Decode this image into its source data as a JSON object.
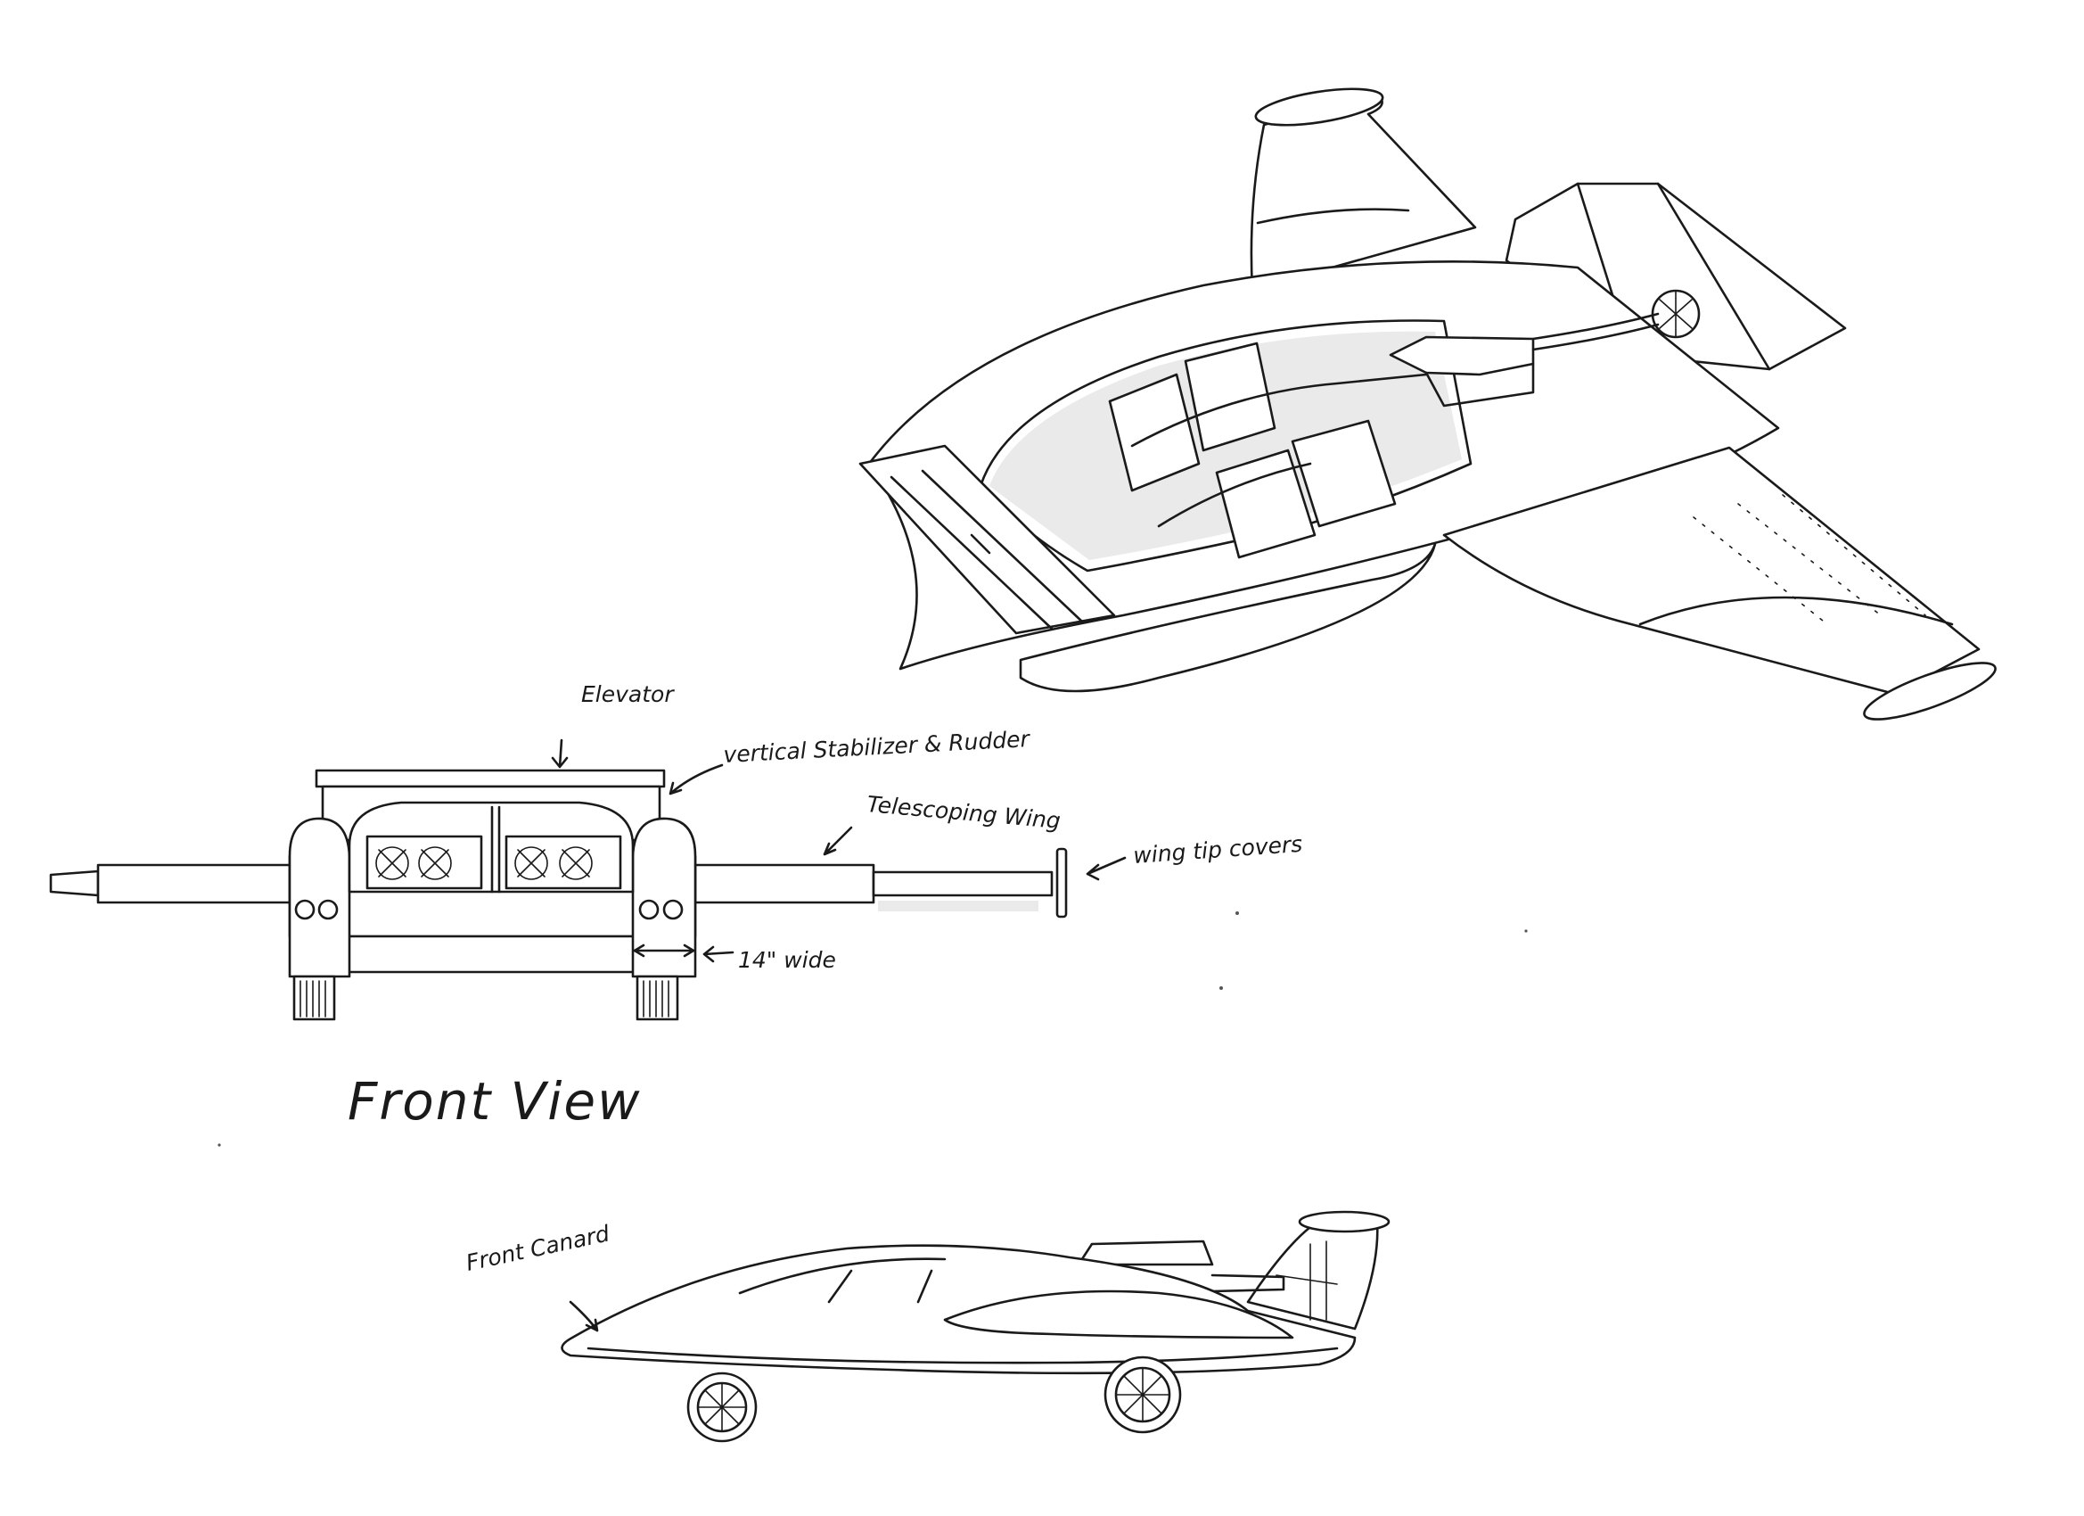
{
  "labels": {
    "elevator": "Elevator",
    "vertical_stabilizer": "vertical Stabilizer & Rudder",
    "telescoping_wing": "Telescoping Wing",
    "wing_tip_covers": "wing tip covers",
    "width": "14\" wide",
    "front_canard": "Front Canard"
  },
  "titles": {
    "front_view": "Front View"
  },
  "colors": {
    "ink": "#1a1a1a",
    "paper": "#ffffff",
    "shading": "#d9d9d9"
  }
}
